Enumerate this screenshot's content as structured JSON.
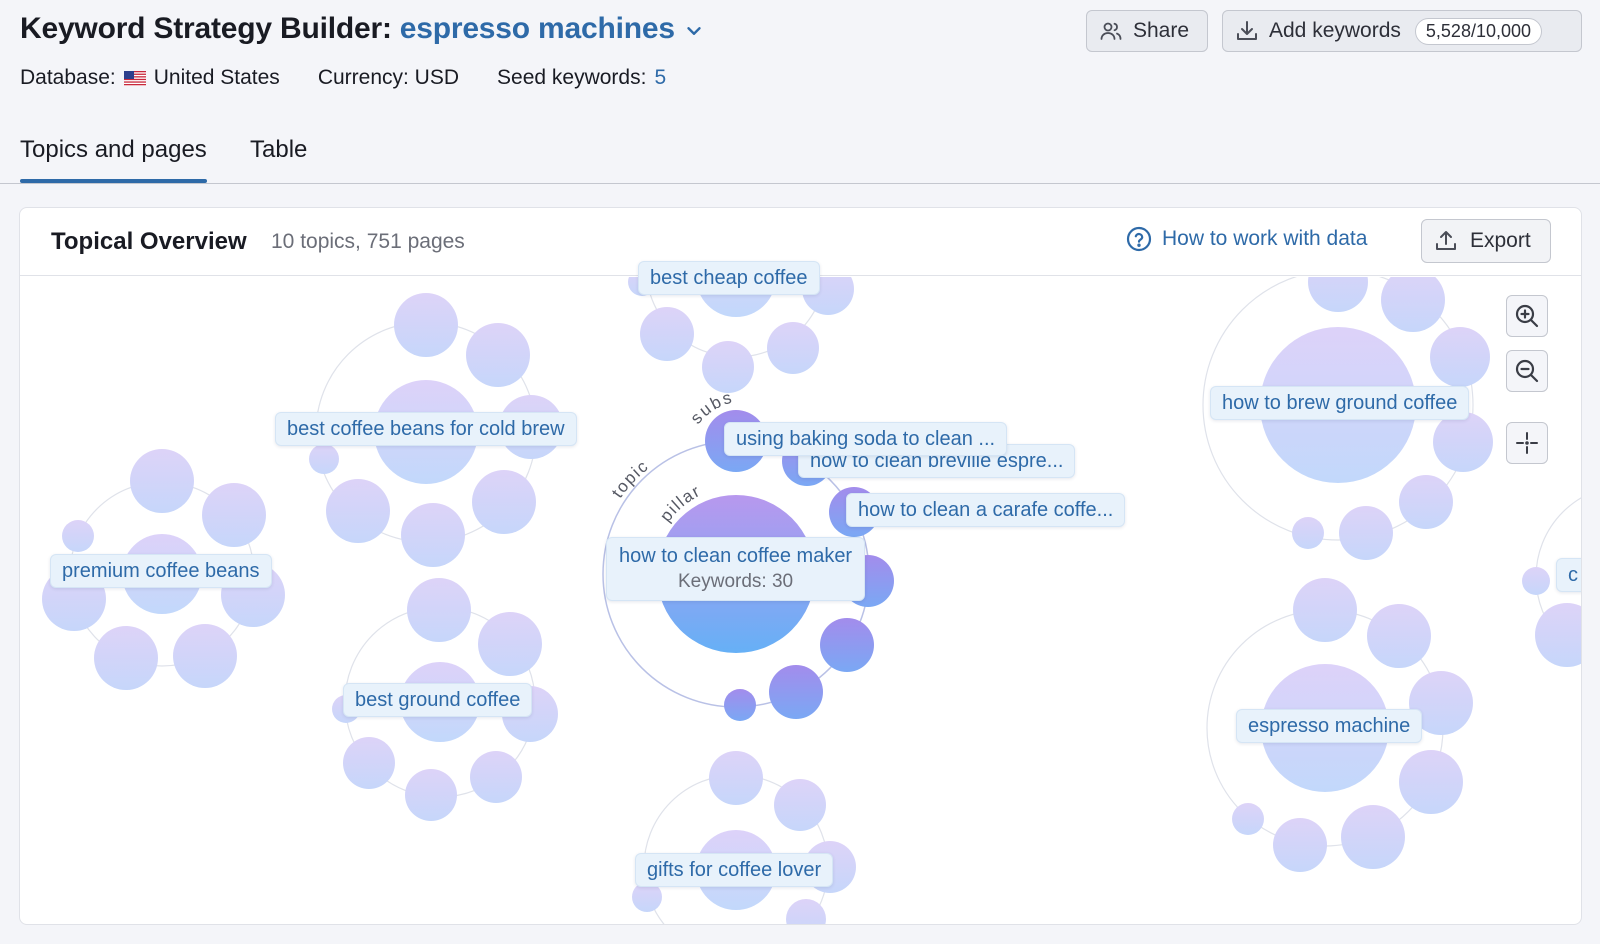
{
  "header": {
    "title": "Keyword Strategy Builder:",
    "keyword": "espresso machines",
    "share_label": "Share",
    "add_keywords_label": "Add keywords",
    "keywords_counter": "5,528/10,000"
  },
  "meta": {
    "database_label": "Database:",
    "database_value": "United States",
    "currency": "Currency: USD",
    "seed_label": "Seed keywords:",
    "seed_value": "5"
  },
  "tabs": [
    {
      "label": "Topics and pages",
      "active": true
    },
    {
      "label": "Table",
      "active": false
    }
  ],
  "overview": {
    "title": "Topical Overview",
    "subtitle": "10 topics, 751 pages",
    "help_link": "How to work with data",
    "export_label": "Export"
  },
  "ring_labels": {
    "topic": "topic",
    "pillar": "pillar",
    "subs": "subs"
  },
  "topics": [
    {
      "label": "best cheap coffee"
    },
    {
      "label": "best coffee beans for cold brew"
    },
    {
      "label": "premium coffee beans"
    },
    {
      "label": "best ground coffee"
    },
    {
      "label": "gifts for coffee lover"
    },
    {
      "label": "how to brew ground coffee"
    },
    {
      "label": "espresso machine"
    },
    {
      "label": "c"
    }
  ],
  "focused_topic": {
    "pillar_label": "how to clean coffee maker",
    "keywords_text": "Keywords: 30",
    "subtopics": [
      {
        "label": "using baking soda to clean ..."
      },
      {
        "label": "how to clean breville espre..."
      },
      {
        "label": "how to clean a carafe coffe..."
      }
    ]
  },
  "icons": {
    "share": "people-icon",
    "add": "download-icon",
    "help": "question-circle-icon",
    "export": "upload-icon",
    "zoom_in": "zoom-in-icon",
    "zoom_out": "zoom-out-icon",
    "center": "crosshair-icon"
  },
  "colors": {
    "accent": "#2e6aa8",
    "bubble_light": "#d3d6f8",
    "pillar_top": "#b597ef",
    "pillar_bottom": "#68aef5"
  }
}
